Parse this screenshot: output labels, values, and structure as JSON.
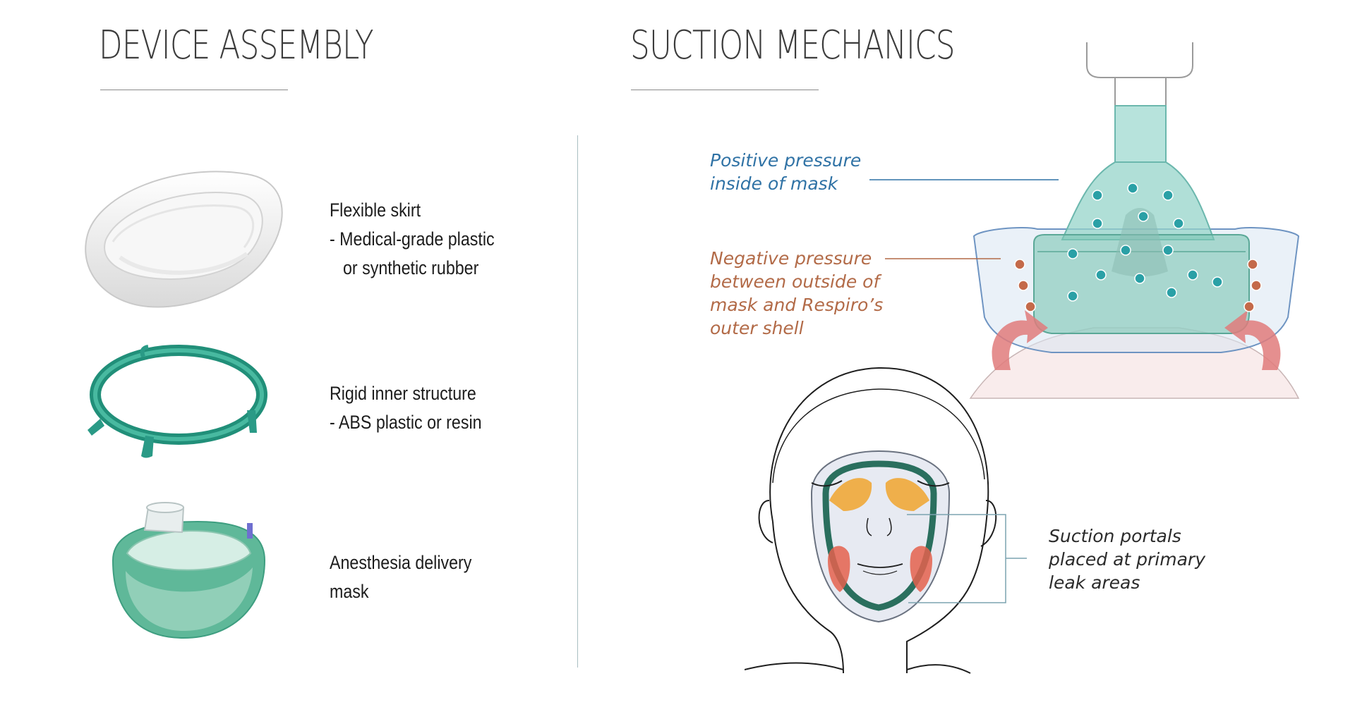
{
  "sections": {
    "assembly_title": "DEVICE ASSEMBLY",
    "mechanics_title": "SUCTION MECHANICS"
  },
  "components": [
    {
      "line1": "Flexible skirt",
      "line2": "- Medical-grade plastic",
      "line3": "or synthetic rubber"
    },
    {
      "line1": "Rigid inner structure",
      "line2": "- ABS plastic or resin"
    },
    {
      "line1": "Anesthesia delivery",
      "line2": "mask"
    }
  ],
  "annotations": {
    "positive": {
      "line1": "Positive pressure",
      "line2": "inside of mask"
    },
    "negative": {
      "line1": "Negative pressure",
      "line2": "between outside of",
      "line3": "mask and Respiro’s",
      "line4": "outer shell"
    },
    "portals": {
      "line1": "Suction portals",
      "line2": "placed at primary",
      "line3": "leak areas"
    }
  },
  "colors": {
    "positive_text": "#2f72a5",
    "negative_text": "#b26a47",
    "mask_teal": "#2a9a86",
    "suction_arrow": "#e07b7b",
    "leak_orange": "#f0a52e",
    "leak_red": "#e4624d"
  }
}
